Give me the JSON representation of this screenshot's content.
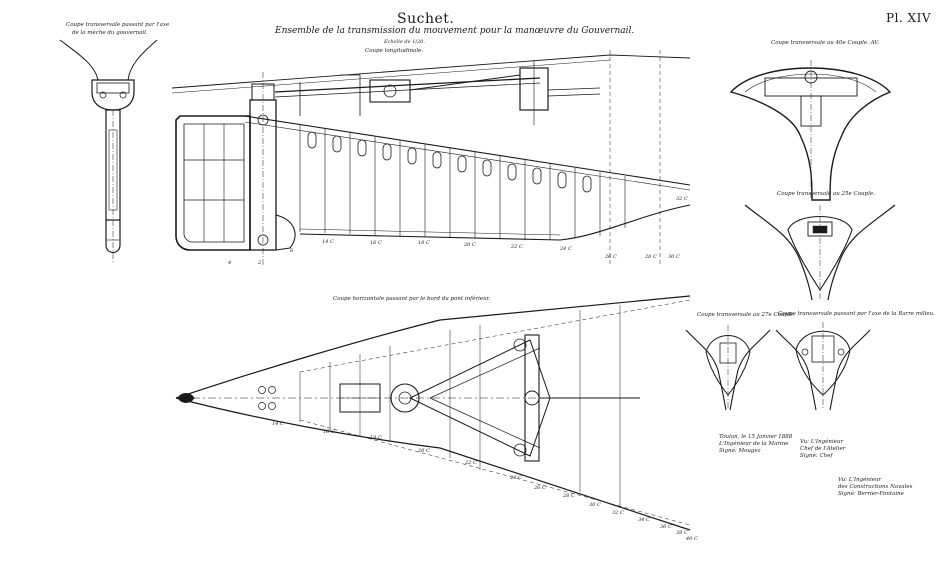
{
  "title": "Suchet.",
  "subtitle": "Ensemble de la transmission du mouvement pour la manœuvre du Gouvernail.",
  "scale": "Echelle de 1/20.",
  "plate_number": "Pl. XIV",
  "captions": {
    "left_section": [
      "Coupe transversale passant par l'axe",
      "de la mèche du gouvernail."
    ],
    "longitudinal": "Coupe longitudinale.",
    "horizontal": "Coupe horizontale passant par le bord du pont inférieur.",
    "section_a": "Coupe transversale au 40e Couple. AV.",
    "section_b": "Coupe transversale au 25e Couple.",
    "section_c": "Coupe transversale au 27e Couple.",
    "section_d": "Coupe transversale passant par l'axe de la Barre milieu."
  },
  "frame_labels_top": [
    "4",
    "2",
    "6",
    "14 C",
    "16 C",
    "18 C",
    "20 C",
    "22 C",
    "24 C",
    "26 C",
    "28 C",
    "30 C",
    "32 C"
  ],
  "frame_labels_bottom": [
    "14 C",
    "16 C",
    "18 C",
    "20 C",
    "22 C",
    "24 C",
    "26 C",
    "28 C",
    "30 C",
    "32 C",
    "34 C",
    "36 C",
    "38 C",
    "40 C"
  ],
  "signatures": {
    "left": [
      "Toulon, le 15 Janvier 1888",
      "L'Ingénieur de la Marine",
      "Signé: Mougez"
    ],
    "middle": [
      "Vu: L'Ingénieur",
      "Chef de l'Atelier",
      "Signé: Chef"
    ],
    "right": [
      "Vu: L'Ingénieur",
      "des Constructions Navales",
      "Signé: Berrier-Fontaine"
    ]
  }
}
